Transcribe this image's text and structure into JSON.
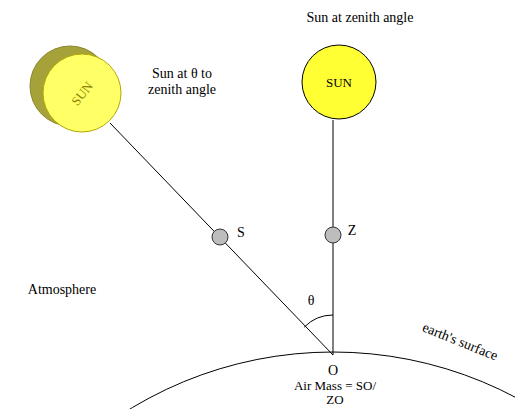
{
  "diagram": {
    "nodes": [
      {
        "text": [
          "SUN"
        ]
      },
      {
        "text": [
          "SUN"
        ]
      }
    ],
    "labels": [
      "Sun at zenith angle",
      "Sun at θ to zenith angle",
      "S",
      "Z",
      "θ",
      "Atmosphere",
      "O",
      "earth's surface",
      "Air Mass = SO/ ZO"
    ]
  }
}
